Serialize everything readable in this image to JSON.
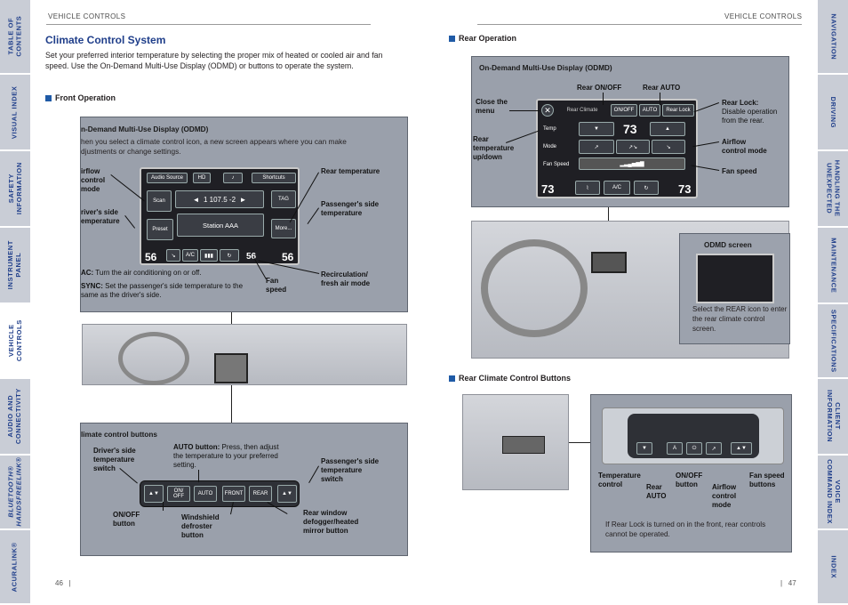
{
  "left_tabs": [
    "TABLE OF\nCONTENTS",
    "VISUAL INDEX",
    "SAFETY\nINFORMATION",
    "INSTRUMENT\nPANEL",
    "VEHICLE\nCONTROLS",
    "AUDIO AND\nCONNECTIVITY",
    "BLUETOOTH®\nHANDSFREELINK®",
    "ACURALINK®"
  ],
  "right_tabs": [
    "NAVIGATION",
    "DRIVING",
    "HANDLING THE\nUNEXPECTED",
    "MAINTENANCE",
    "SPECIFICATIONS",
    "CLIENT\nINFORMATION",
    "VOICE\nCOMMAND INDEX",
    "INDEX"
  ],
  "header": {
    "left": "VEHICLE CONTROLS",
    "right": "VEHICLE CONTROLS"
  },
  "left": {
    "title": "Climate Control System",
    "intro": "Set your preferred interior temperature by selecting the proper mix of heated or cooled air and fan speed. Use the On-Demand Multi-Use Display (ODMD) or buttons to operate the system.",
    "front_op": "Front Operation",
    "odmd_title": "n-Demand Multi-Use Display (ODMD)",
    "odmd_desc": "hen you select a climate control icon, a new screen appears where you can make djustments or change settings.",
    "labels": {
      "airflow": "irflow\ncontrol\nmode",
      "driver_temp": "river's side\nemperature",
      "rear_temp": "Rear temperature",
      "pass_temp": "Passenger's side\ntemperature",
      "recirc": "Recirculation/\nfresh air mode",
      "fan_speed": "Fan\nspeed",
      "ac_label": "AC:",
      "ac_text": " Turn the air conditioning on or off.",
      "sync_label": "SYNC:",
      "sync_text": " Set the passenger's side temperature to the same as the driver's side."
    },
    "screen": {
      "audio_source": "Audio Source",
      "shortcuts": "Shortcuts",
      "scan": "Scan",
      "freq": "107.5 -2",
      "tag": "TAG",
      "station": "Station AAA",
      "preset": "Preset",
      "more": "More...",
      "t_left": "56",
      "t_rear": "56",
      "t_right": "56",
      "ch": "1"
    },
    "ccb_title": "limate control buttons",
    "ccb": {
      "driver_switch": "Driver's side\ntemperature\nswitch",
      "auto_label": "AUTO button:",
      "auto_text": " Press, then adjust the temperature to your preferred setting.",
      "pass_switch": "Passenger's side\ntemperature\nswitch",
      "onoff": "ON/OFF\nbutton",
      "defroster": "Windshield\ndefroster\nbutton",
      "rear_window": "Rear window\ndefogger/heated\nmirror button",
      "btn_onoff": "ON/\nOFF",
      "btn_auto": "AUTO",
      "btn_front": "FRONT",
      "btn_rear": "REAR"
    },
    "page_num": "46"
  },
  "right": {
    "rear_op": "Rear Operation",
    "odmd_title": "On-Demand Multi-Use Display (ODMD)",
    "labels": {
      "rear_onoff": "Rear ON/OFF",
      "rear_auto": "Rear AUTO",
      "close": "Close the\nmenu",
      "rear_lock": "Rear Lock:",
      "rear_lock_desc": "Disable operation\nfrom the rear.",
      "rear_temp": "Rear\ntemperature\nup/down",
      "airflow": "Airflow\ncontrol mode",
      "fan_speed": "Fan speed"
    },
    "screen": {
      "rear_climate": "Rear Climate",
      "on_off": "ON/OFF",
      "auto": "AUTO",
      "rear_lock": "Rear Lock",
      "temp": "Temp",
      "mode": "Mode",
      "fan": "Fan Speed",
      "t_center": "73",
      "t_left": "73",
      "t_right": "73"
    },
    "odmd_screen_title": "ODMD screen",
    "odmd_screen_desc": "Select the REAR icon to enter the rear climate control screen.",
    "rccb_title": "Rear Climate Control Buttons",
    "rccb": {
      "temp": "Temperature\ncontrol",
      "rear_auto": "Rear\nAUTO",
      "onoff": "ON/OFF\nbutton",
      "airflow": "Airflow\ncontrol\nmode",
      "fan": "Fan speed\nbuttons",
      "note": "If Rear Lock is turned on in the front, rear controls cannot be operated."
    },
    "page_num": "47"
  },
  "colors": {
    "accent": "#1f3e8a",
    "bullet": "#1f5aa6",
    "tab": "#c9cdd6",
    "panel": "#9aa0ab"
  }
}
